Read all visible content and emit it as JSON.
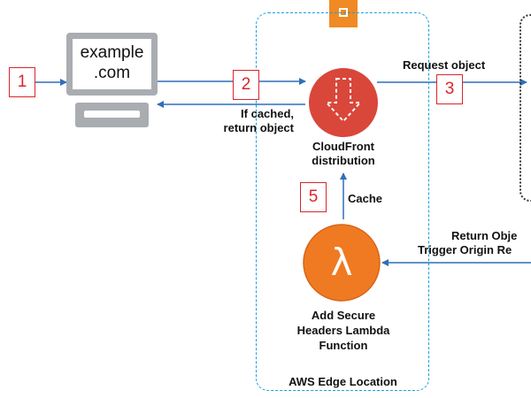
{
  "client": {
    "site_line1": "example",
    "site_line2": ".com"
  },
  "steps": {
    "s1": "1",
    "s2": "2",
    "s3": "3",
    "s5": "5"
  },
  "edge_location": {
    "label": "AWS Edge Location"
  },
  "cloudfront": {
    "label_line1": "CloudFront",
    "label_line2": "distribution"
  },
  "lambda": {
    "symbol": "λ",
    "label_line1": "Add Secure",
    "label_line2": "Headers Lambda",
    "label_line3": "Function"
  },
  "arrows": {
    "cached_line1": "If cached,",
    "cached_line2": "return object",
    "request_object": "Request object",
    "cache": "Cache",
    "return_line1": "Return Obje",
    "return_line2": "Trigger Origin Re"
  },
  "colors": {
    "arrow": "#2f6fba",
    "step_border": "#d9262c",
    "edge_dash": "#1aa0d8",
    "cloudfront_fill": "#d9473b",
    "lambda_fill": "#ef7a22"
  }
}
